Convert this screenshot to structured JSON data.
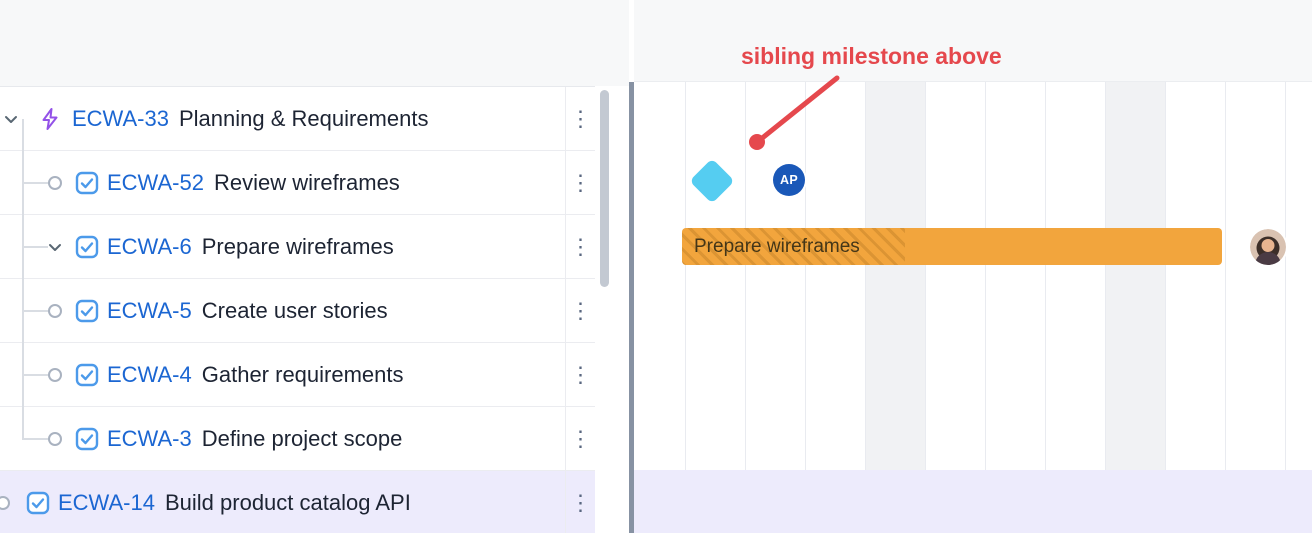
{
  "annotation": {
    "label": "sibling milestone above",
    "color": "#e5484d"
  },
  "panel": {
    "rows": [
      {
        "key": "ECWA-33",
        "title": "Planning & Requirements",
        "type": "epic",
        "expanded": true,
        "selected": false
      },
      {
        "key": "ECWA-52",
        "title": "Review wireframes",
        "type": "task",
        "expanded": false,
        "selected": false
      },
      {
        "key": "ECWA-6",
        "title": "Prepare wireframes",
        "type": "task",
        "expanded": true,
        "selected": false
      },
      {
        "key": "ECWA-5",
        "title": "Create user stories",
        "type": "task",
        "expanded": false,
        "selected": false
      },
      {
        "key": "ECWA-4",
        "title": "Gather requirements",
        "type": "task",
        "expanded": false,
        "selected": false
      },
      {
        "key": "ECWA-3",
        "title": "Define project scope",
        "type": "task",
        "expanded": false,
        "selected": false
      },
      {
        "key": "ECWA-14",
        "title": "Build product catalog API",
        "type": "task",
        "expanded": false,
        "selected": true
      }
    ]
  },
  "timeline": {
    "bar_label": "Prepare wireframes",
    "bar_color": "#f2a53d",
    "milestone_color": "#55cdf1",
    "assignee_initials": "AP",
    "assignee_avatar_color": "#1a58b8",
    "selected_row_color": "#edebfc"
  },
  "icons": {
    "more": "⋮",
    "epic": "lightning-bolt",
    "task": "checkbox-check",
    "expander": "chevron-down",
    "status": "open-circle"
  },
  "colors": {
    "issue_key_link": "#1b66d2",
    "issue_title_text": "#1d2433",
    "grid_line": "#e9ebf0",
    "weekend_shade": "#f1f2f4",
    "annotation_red": "#e5484d"
  }
}
